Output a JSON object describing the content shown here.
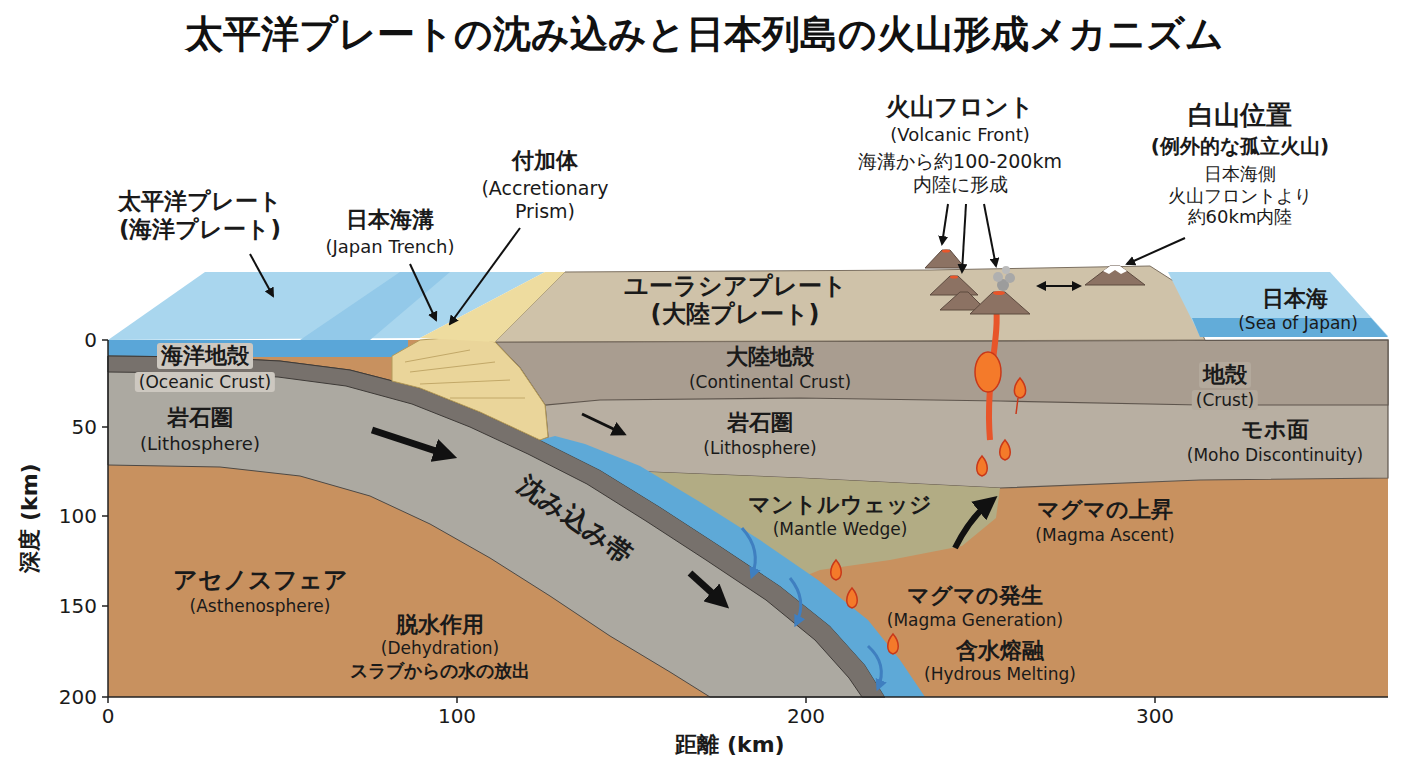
{
  "diagram": {
    "title": "太平洋プレートの沈み込みと日本列島の火山形成メカニズム",
    "labels": [
      "太平洋プレート",
      "(海洋プレート)",
      "日本海溝",
      "(Japan Trench)",
      "付加体",
      "(Accretionary Prism)",
      "火山フロント",
      "(Volcanic Front)",
      "海溝から約100-200km 内陸に形成",
      "白山位置",
      "(例外的な孤立火山)",
      "日本海側 火山フロントより 約60km内陸",
      "ユーラシアプレート",
      "(大陸プレート)",
      "日本海",
      "(Sea of Japan)",
      "海洋地殻",
      "(Oceanic Crust)",
      "岩石圏",
      "(Lithosphere)",
      "大陸地殻",
      "(Continental Crust)",
      "岩石圏",
      "(Lithosphere)",
      "地殻",
      "(Crust)",
      "モホ面",
      "(Moho Discontinuity)",
      "沈み込み帯",
      "マントルウェッジ",
      "(Mantle Wedge)",
      "マグマの上昇",
      "(Magma Ascent)",
      "マグマの発生",
      "(Magma Generation)",
      "含水熔融",
      "(Hydrous Melting)",
      "アセノスフェア",
      "(Asthenosphere)",
      "脱水作用",
      "(Dehydration)",
      "スラブからの水の放出",
      "深度 (km)",
      "0",
      "50",
      "100",
      "150",
      "200",
      "0",
      "100",
      "200",
      "300",
      "距離 (km)"
    ]
  }
}
